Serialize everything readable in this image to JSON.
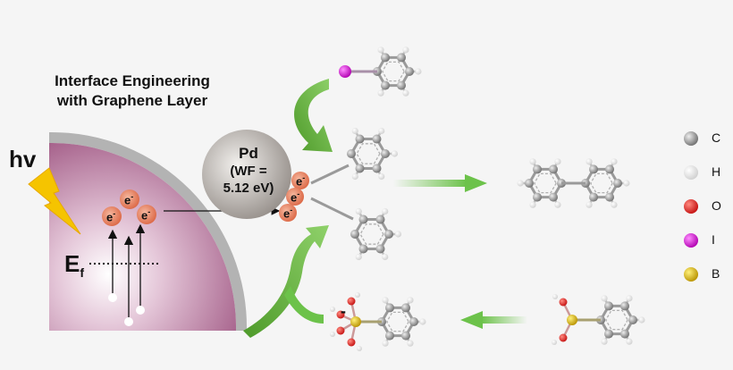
{
  "title_line1": "Interface Engineering",
  "title_line2": "with Graphene Layer",
  "light_label": "hv",
  "fermi_label": "E",
  "fermi_sub": "f",
  "pd_label": "Pd",
  "pd_wf_line1": "(WF =",
  "pd_wf_line2": "5.12 eV)",
  "electron_label": "e",
  "electron_charge": "-",
  "legend": [
    {
      "label": "C",
      "color": "#8c8c8c"
    },
    {
      "label": "H",
      "color": "#f2f2f2"
    },
    {
      "label": "O",
      "color": "#e8201c"
    },
    {
      "label": "I",
      "color": "#d61ad6"
    },
    {
      "label": "B",
      "color": "#d6b400"
    }
  ],
  "boronate_charge": "-"
}
